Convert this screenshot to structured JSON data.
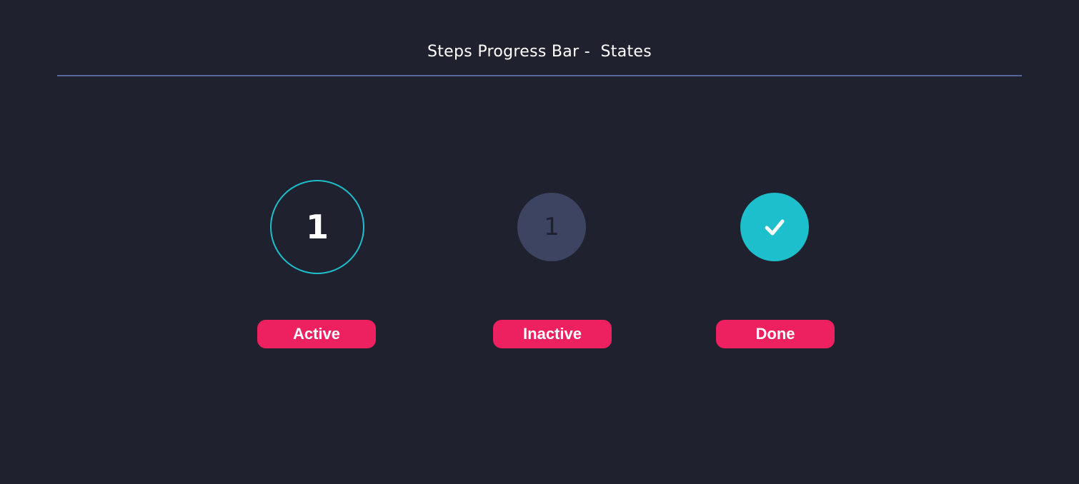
{
  "header": {
    "title": "Steps Progress Bar -  States"
  },
  "steps": {
    "active": {
      "number": "1",
      "label": "Active"
    },
    "inactive": {
      "number": "1",
      "label": "Inactive"
    },
    "done": {
      "icon": "check-icon",
      "label": "Done"
    }
  },
  "colors": {
    "background": "#20212e",
    "divider": "#5a6899",
    "accent_teal": "#1ebfcc",
    "inactive_circle": "#3d4462",
    "badge_pink": "#ee2160",
    "text_white": "#ffffff"
  }
}
